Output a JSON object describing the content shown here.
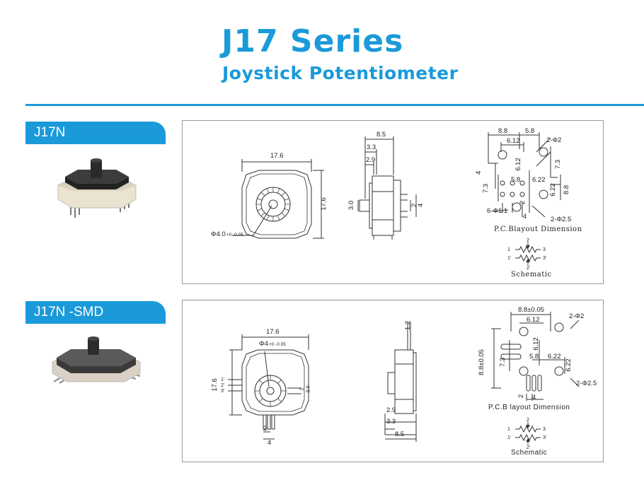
{
  "header": {
    "title": "J17 Series",
    "subtitle": "Joystick Potentiometer"
  },
  "sections": [
    {
      "tab": "J17N",
      "dims": {
        "w176": "17.6",
        "h176": "17.6",
        "dia": "Φ4.0",
        "dia_tol": "+0 -0.05",
        "s85": "8.5",
        "s33": "3.3",
        "s29": "2.9",
        "s30": "3.0",
        "s2": "2",
        "s4": "4",
        "p88": "8.8",
        "p58": "5.8",
        "p612": "6.12",
        "p612v": "6.12",
        "p2d2": "2-Φ2",
        "p73": "7.3",
        "p4": "4",
        "p73b": "7.3",
        "p58b": "5.8",
        "p622": "6.22",
        "p622v": "6.22",
        "p88v": "8.8",
        "p2b": "2",
        "p4b": "4",
        "p6d11": "6-Φ1.1",
        "p2d25": "2-Φ2.5"
      },
      "pcb_caption": "P.C.Blayout Dimension",
      "schematic_caption": "Schematic",
      "schematic_pins": [
        "1",
        "2",
        "3",
        "1'",
        "2'",
        "3'"
      ]
    },
    {
      "tab": "J17N -SMD",
      "dims": {
        "w176": "17.6",
        "h176": "17.6",
        "dia": "Φ4",
        "dia_tol": "+0 -0.05",
        "pins": [
          "1'",
          "2'",
          "3'"
        ],
        "p2": "2",
        "p4": "4",
        "r2": "2",
        "r2b": "3.0",
        "s12": "1.2",
        "s29": "2.9",
        "s33": "3.3",
        "s85": "8.5",
        "p88": "8.8±0.05",
        "p612": "6.12",
        "p612v": "6.12",
        "p2d2": "2-Φ2",
        "p88v": "8.8±0.05",
        "p73": "7.3",
        "p58": "5.8",
        "p622": "6.22",
        "p622v": "6.22",
        "p2d25": "2-Φ2.5",
        "p2b": "2",
        "p4b": "4"
      },
      "pcb_caption": "P.C.B layout Dimension",
      "schematic_caption": "Schematic",
      "schematic_pins": [
        "1",
        "2",
        "3",
        "1'",
        "2'",
        "3'"
      ]
    }
  ]
}
